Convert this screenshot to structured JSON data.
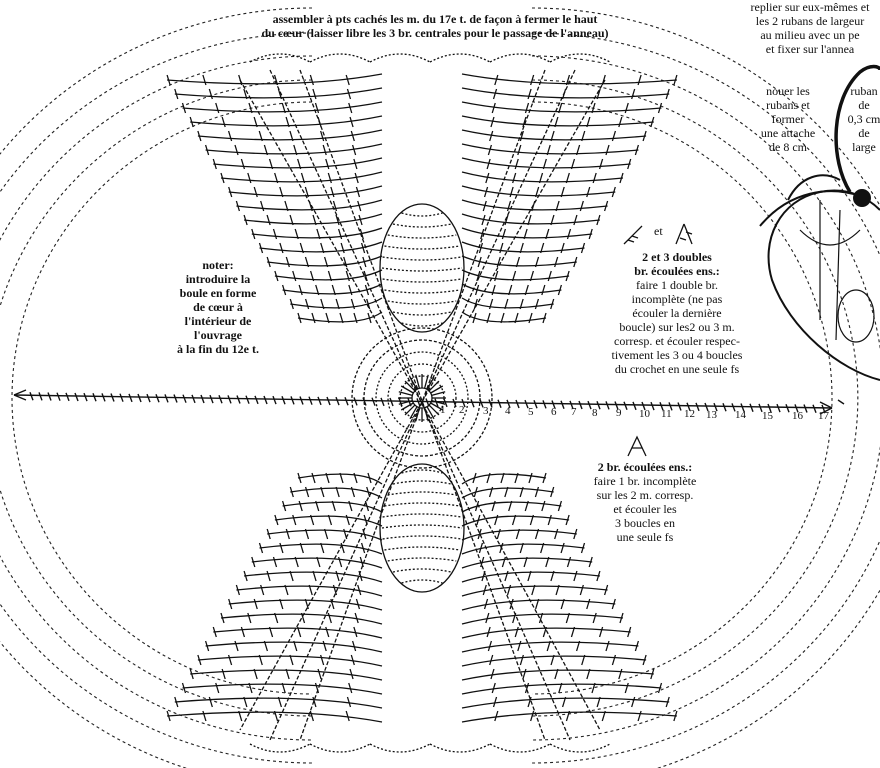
{
  "annotations": {
    "top_instruction": [
      "assembler à pts cachés les m. du 17e t. de façon à fermer le haut",
      "du cœur (laisser libre les 3 br. centrales pour le passage de l'anneau)"
    ],
    "top_right_instruction": [
      "replier sur eux-mêmes et",
      "les 2 rubans de largeur",
      "au milieu avec un pe",
      "et fixer sur l'annea"
    ],
    "ribbon_knot": [
      "nouer les",
      "rubans et",
      "former",
      "une attache",
      "de 8 cm"
    ],
    "ribbon_width": [
      "ruban",
      "de",
      "0,3 cm",
      "de",
      "large"
    ],
    "note_ball": {
      "title": "noter:",
      "lines": [
        "introduire la",
        "boule en forme",
        "de cœur à",
        "l'intérieur de",
        "l'ouvrage",
        "à la fin du 12e t."
      ]
    },
    "note_triple": {
      "symbol_connector": "et",
      "title_lines": [
        "2 et 3 doubles",
        "br. écoulées ens.:"
      ],
      "lines": [
        "faire 1 double br.",
        "incomplète (ne pas",
        "écouler la dernière",
        "boucle) sur les2 ou 3 m.",
        "corresp. et écouler respec-",
        "tivement les 3 ou 4 boucles",
        "du crochet en une seule fs"
      ]
    },
    "note_double": {
      "title_lines": [
        "2 br. écoulées ens.:"
      ],
      "lines": [
        "faire 1 br. incomplète",
        "sur les 2 m. corresp.",
        "et écouler les",
        "3 boucles en",
        "une seule fs"
      ]
    }
  },
  "row_numbers": [
    "1",
    "2",
    "3",
    "4",
    "5",
    "6",
    "7",
    "8",
    "9",
    "10",
    "11",
    "12",
    "13",
    "14",
    "15",
    "16",
    "17"
  ],
  "icons": {
    "triple_stitch_symbol": "triple-crochet-cluster-icon",
    "double_stitch_symbol": "double-crochet-cluster-icon",
    "arrow_start": "arrow-right-icon",
    "arrow_end": "arrow-left-icon"
  },
  "colors": {
    "ink": "#111111",
    "paper": "#ffffff"
  }
}
